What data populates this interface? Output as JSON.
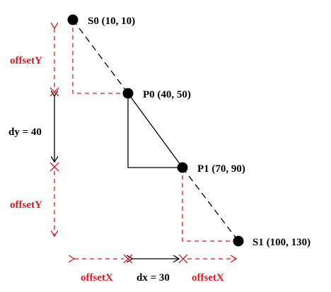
{
  "points": {
    "s0": "S0 (10, 10)",
    "p0": "P0 (40, 50)",
    "p1": "P1 (70, 90)",
    "s1": "S1 (100, 130)"
  },
  "labels": {
    "offset_y_top": "offsetY",
    "offset_y_bottom": "offsetY",
    "offset_x_left": "offsetX",
    "offset_x_right": "offsetX",
    "dy": "dy = 40",
    "dx": "dx = 30"
  },
  "colors": {
    "red": "#e3171b",
    "black": "#000000"
  }
}
